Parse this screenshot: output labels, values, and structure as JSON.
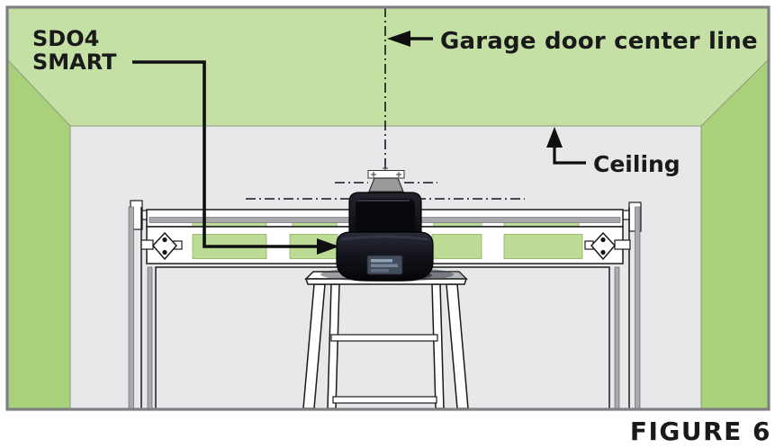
{
  "figure": {
    "caption": "FIGURE 6"
  },
  "labels": {
    "device_line1": "SDO4",
    "device_line2": "SMART",
    "center_line": "Garage door center line",
    "ceiling": "Ceiling"
  },
  "icons": [
    "arrow-left-icon",
    "arrow-up-icon",
    "arrow-right-icon"
  ],
  "colors": {
    "ceiling_green": "#c5e0a4",
    "side_wall_green": "#a9d17c",
    "back_wall_gray": "#e7e8ea",
    "door_panel_green": "#bcdb95",
    "rail_gray": "#a8aaad",
    "border_gray": "#7e8083",
    "caption_gray": "#6d6e71",
    "label_black": "#1a1a1a"
  }
}
